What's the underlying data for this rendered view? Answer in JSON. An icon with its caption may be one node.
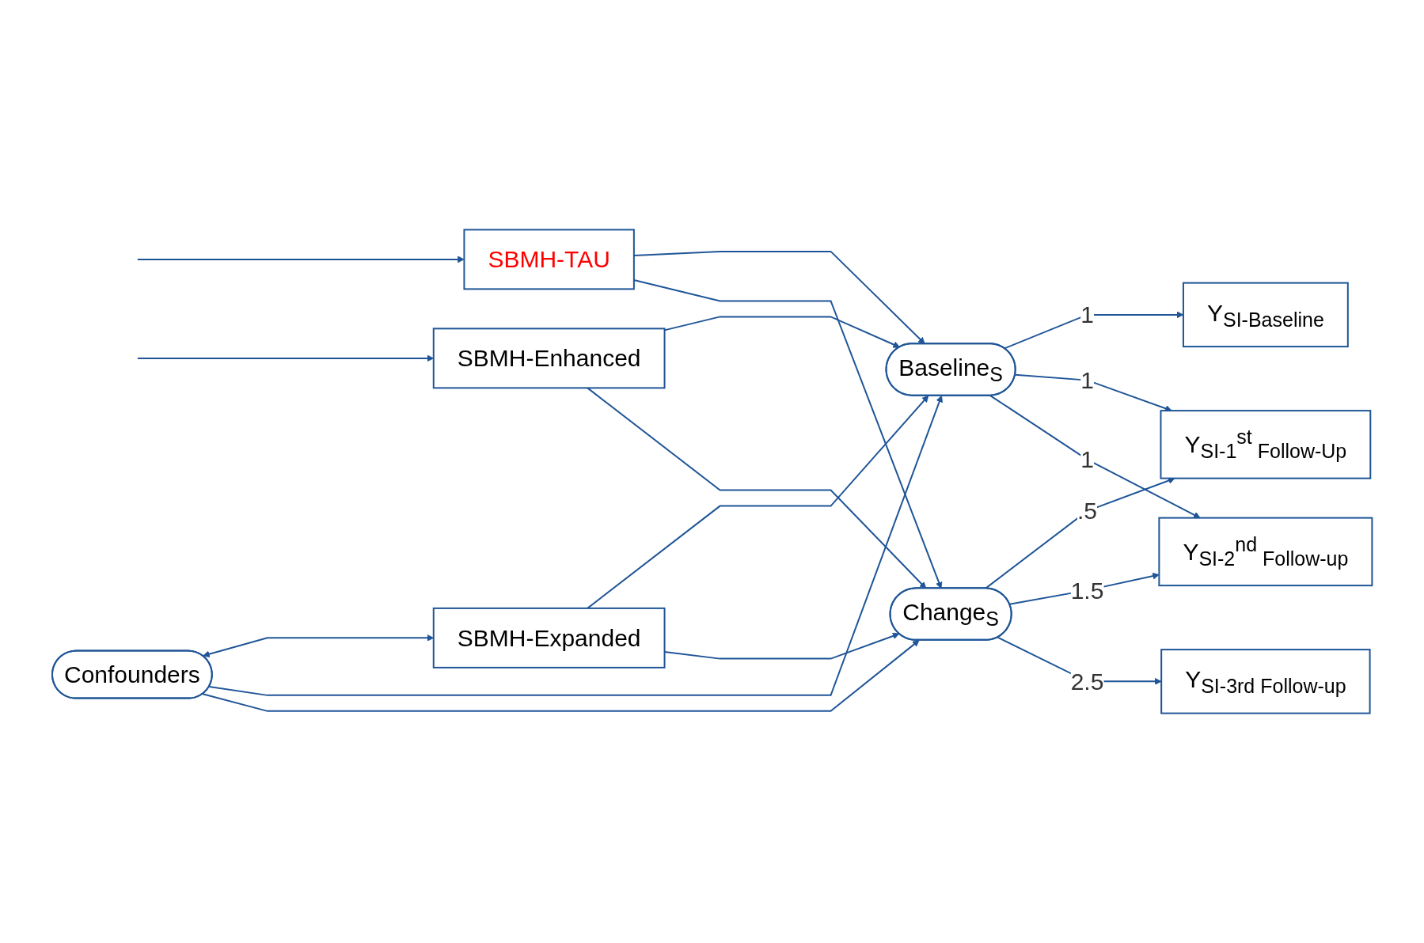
{
  "diagram": {
    "nodes": [
      {
        "text": [
          "Confounders"
        ]
      },
      {
        "text": [
          "Baseline$_{S}$"
        ]
      },
      {
        "text": [
          "Change$_{S}$"
        ]
      },
      {
        "text": [
          "SBMH-TAU"
        ]
      },
      {
        "text": [
          "SBMH-Enhanced"
        ]
      },
      {
        "text": [
          "SBMH-Expanded"
        ]
      },
      {
        "text": [
          "Y$_{SI-Baseline}$"
        ]
      },
      {
        "text": [
          "Y$_{SI-1}$$^{st}$$_{ Follow-Up}$"
        ]
      },
      {
        "text": [
          "Y$_{SI-2}$$^{nd}$$_{ Follow-up}$"
        ]
      },
      {
        "text": [
          "Y$_{SI-3rd Follow-up}$"
        ]
      }
    ],
    "edges": [
      {
        "from": 0,
        "to": 5,
        "arrow": "both"
      },
      {
        "from": null,
        "to": 3,
        "arrow": "to"
      },
      {
        "from": null,
        "to": 4,
        "arrow": "to"
      },
      {
        "from": 0,
        "to": 1,
        "arrow": "to"
      },
      {
        "from": 0,
        "to": 2,
        "arrow": "to"
      },
      {
        "from": 3,
        "to": 1,
        "arrow": "to"
      },
      {
        "from": 3,
        "to": 2,
        "arrow": "to"
      },
      {
        "from": 4,
        "to": 1,
        "arrow": "to"
      },
      {
        "from": 4,
        "to": 2,
        "arrow": "to"
      },
      {
        "from": 5,
        "to": 1,
        "arrow": "to"
      },
      {
        "from": 5,
        "to": 2,
        "arrow": "to"
      },
      {
        "from": 1,
        "to": 6,
        "label": "1",
        "arrow": "to"
      },
      {
        "from": 1,
        "to": 7,
        "label": "1",
        "arrow": "to"
      },
      {
        "from": 1,
        "to": 8,
        "label": "1",
        "arrow": "to"
      },
      {
        "from": 2,
        "to": 7,
        "label": ".5",
        "arrow": "to"
      },
      {
        "from": 2,
        "to": 8,
        "label": "1.5",
        "arrow": "to"
      },
      {
        "from": 2,
        "to": 9,
        "label": "2.5",
        "arrow": "to"
      }
    ]
  }
}
